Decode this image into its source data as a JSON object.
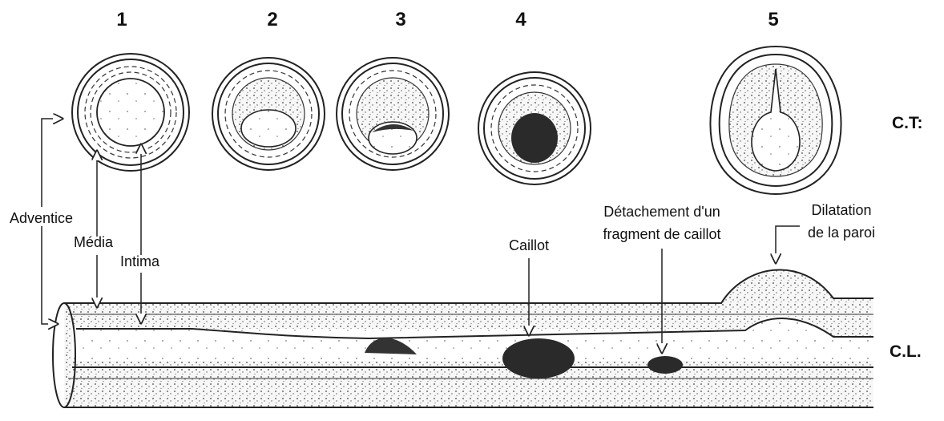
{
  "stages": [
    "1",
    "2",
    "3",
    "4",
    "5"
  ],
  "section_labels": {
    "transverse": "C.T:",
    "longitudinal": "C.L."
  },
  "layers": {
    "adventice": "Adventice",
    "media": "Média",
    "intima": "Intima"
  },
  "annotations": {
    "clot": "Caillot",
    "detachment_line1": "Détachement d'un",
    "detachment_line2": "fragment de caillot",
    "dilatation_line1": "Dilatation",
    "dilatation_line2": "de la paroi"
  },
  "colors": {
    "ink": "#111111",
    "clot": "#2a2a2a",
    "stipple": "#444444",
    "background": "#ffffff"
  }
}
